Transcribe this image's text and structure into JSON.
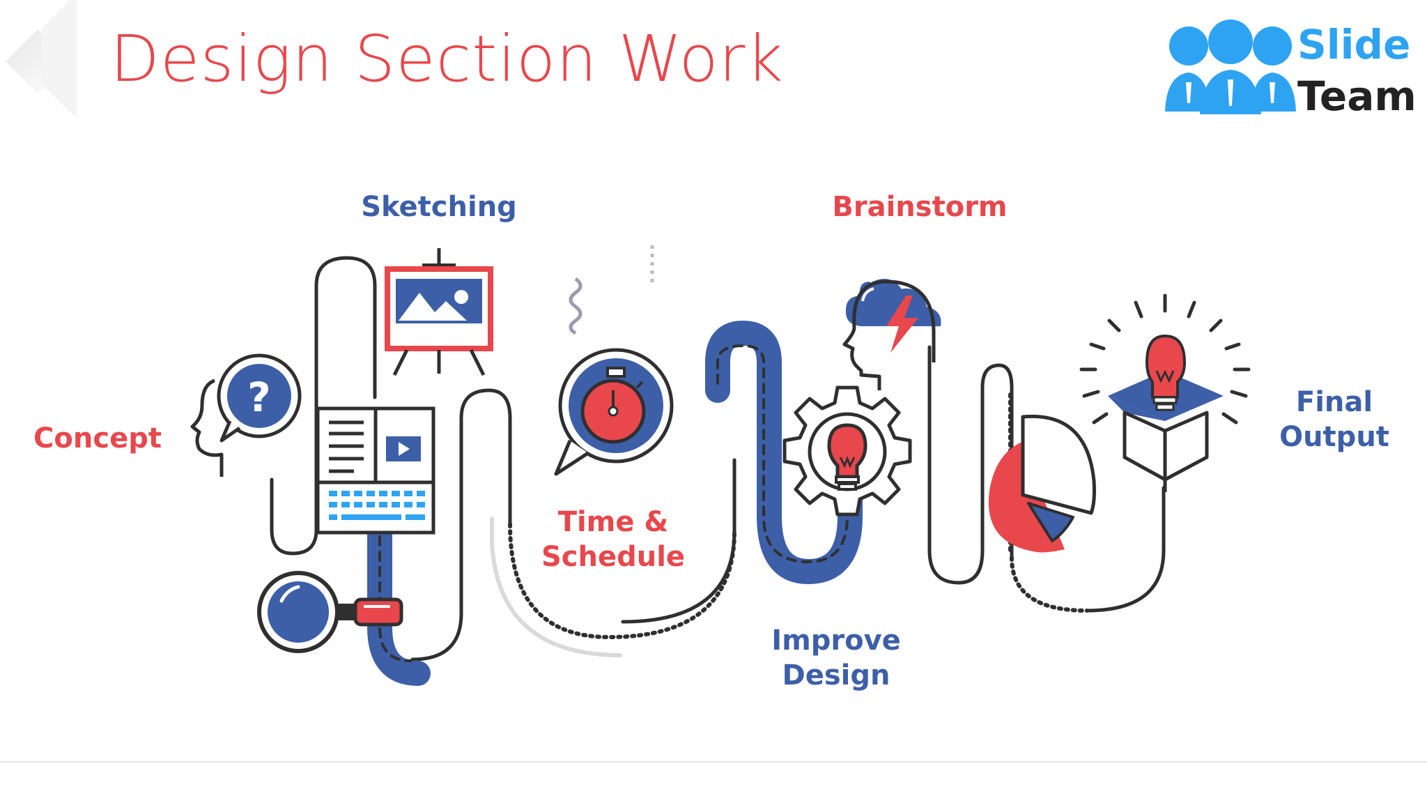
{
  "slide": {
    "title": "Design Section Work"
  },
  "logo": {
    "line1": "Slide",
    "line2": "Team",
    "icon": "people-group-icon"
  },
  "colors": {
    "red": "#e8474c",
    "blue": "#3d5fa8",
    "dark": "#2f2f2f",
    "light_blue": "#2ea3f2",
    "grey": "#d9d9de"
  },
  "steps": [
    {
      "label_lines": [
        "Concept"
      ],
      "color": "red",
      "icon": "head-question-icon"
    },
    {
      "label_lines": [
        "Sketching"
      ],
      "color": "blue",
      "icon": "easel-icon"
    },
    {
      "label_lines": [
        "Time &",
        "Schedule"
      ],
      "color": "red",
      "icon": "stopwatch-icon"
    },
    {
      "label_lines": [
        "Brainstorm"
      ],
      "color": "red",
      "icon": "head-cloud-icon"
    },
    {
      "label_lines": [
        "Improve",
        "Design"
      ],
      "color": "blue",
      "icon": "gear-bulb-icon"
    },
    {
      "label_lines": [
        "Final",
        "Output"
      ],
      "color": "blue",
      "icon": "box-bulb-icon"
    }
  ]
}
